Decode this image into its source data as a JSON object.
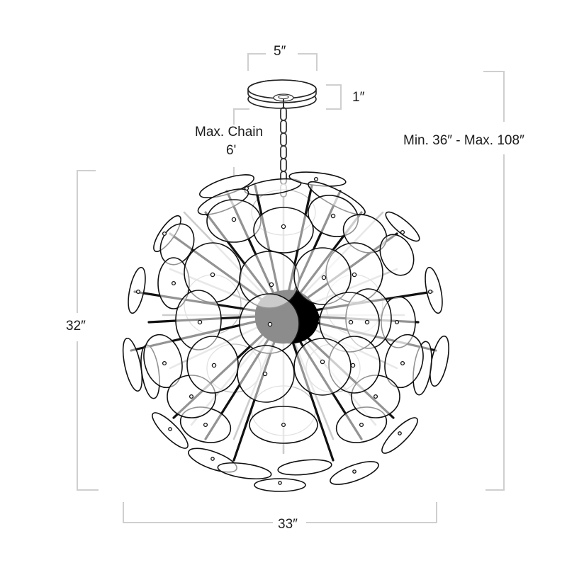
{
  "diagram": {
    "subject": "Sputnik-style disc chandelier dimension drawing",
    "colors": {
      "outline": "#111111",
      "dimension_line": "#cfcfcf",
      "background": "#ffffff",
      "hub": "#000000"
    },
    "dimensions": {
      "canopy_width": {
        "label": "5″"
      },
      "canopy_height": {
        "label": "1″"
      },
      "max_chain": {
        "label_line1": "Max. Chain",
        "label_line2": "6'"
      },
      "overall_height": {
        "label": "Min. 36″ - Max. 108″"
      },
      "fixture_height": {
        "label": "32″"
      },
      "fixture_width": {
        "label": "33″"
      }
    },
    "parts": {
      "canopy": "ceiling-canopy",
      "chain": "suspension-chain",
      "body": "disc-sphere",
      "hub": "central-hub"
    }
  }
}
